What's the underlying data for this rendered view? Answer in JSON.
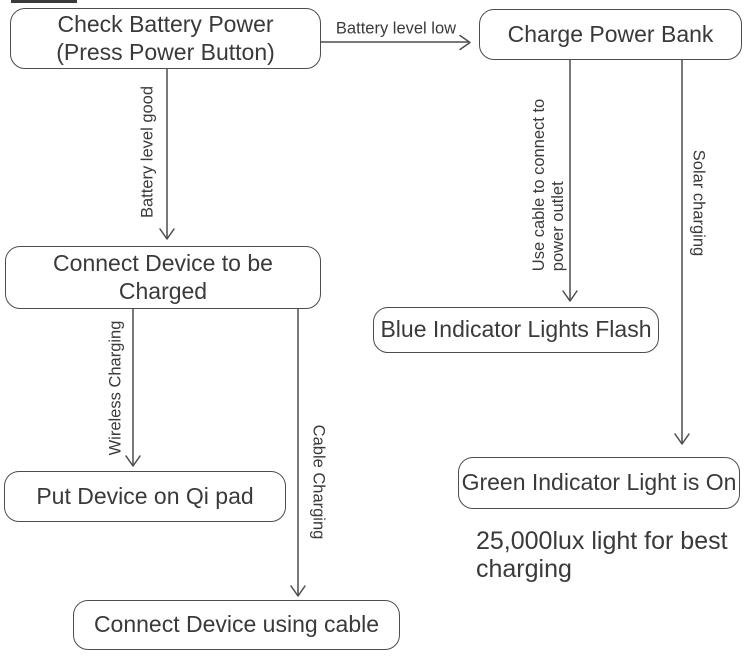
{
  "colors": {
    "stroke": "#4d4d4d",
    "text": "#3a3a3a",
    "background": "#ffffff"
  },
  "nodes": {
    "check_battery": {
      "lines": [
        "Check Battery Power",
        "(Press Power Button)"
      ]
    },
    "charge_power_bank": {
      "lines": [
        "Charge Power Bank"
      ]
    },
    "connect_device": {
      "lines": [
        "Connect Device to be",
        "Charged"
      ]
    },
    "put_device_qi_pad": {
      "lines": [
        "Put Device on Qi pad"
      ]
    },
    "blue_indicator": {
      "lines": [
        "Blue Indicator Lights Flash"
      ]
    },
    "green_indicator": {
      "lines": [
        "Green Indicator Light is On"
      ]
    },
    "connect_using_cable": {
      "lines": [
        "Connect Device using cable"
      ]
    }
  },
  "edge_labels": {
    "battery_low": "Battery level low",
    "battery_good": "Battery level good",
    "wireless": "Wireless Charging",
    "cable": "Cable Charging",
    "outlet": {
      "lines": [
        "Use cable to connect to",
        "power outlet"
      ]
    },
    "solar": "Solar charging"
  },
  "notes": {
    "lux": {
      "lines": [
        "25,000lux light for best",
        "charging"
      ]
    }
  }
}
